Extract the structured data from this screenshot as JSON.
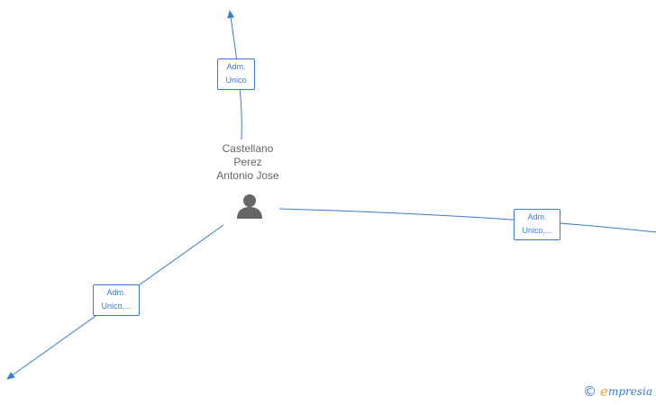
{
  "person": {
    "name_lines": [
      "Castellano",
      "Perez",
      "Antonio Jose"
    ],
    "icon": "person-icon"
  },
  "edges": [
    {
      "label_lines": [
        "Adm.",
        "Unico"
      ]
    },
    {
      "label_lines": [
        "Adm.",
        "Unico,..."
      ]
    },
    {
      "label_lines": [
        "Adm.",
        "Unico,..."
      ]
    }
  ],
  "brand": {
    "copyright": "©",
    "e": "e",
    "rest": "mpresia"
  },
  "colors": {
    "edge": "#3a7bd5",
    "icon": "#666666",
    "text": "#666666",
    "brand_accent": "#f0a030"
  }
}
